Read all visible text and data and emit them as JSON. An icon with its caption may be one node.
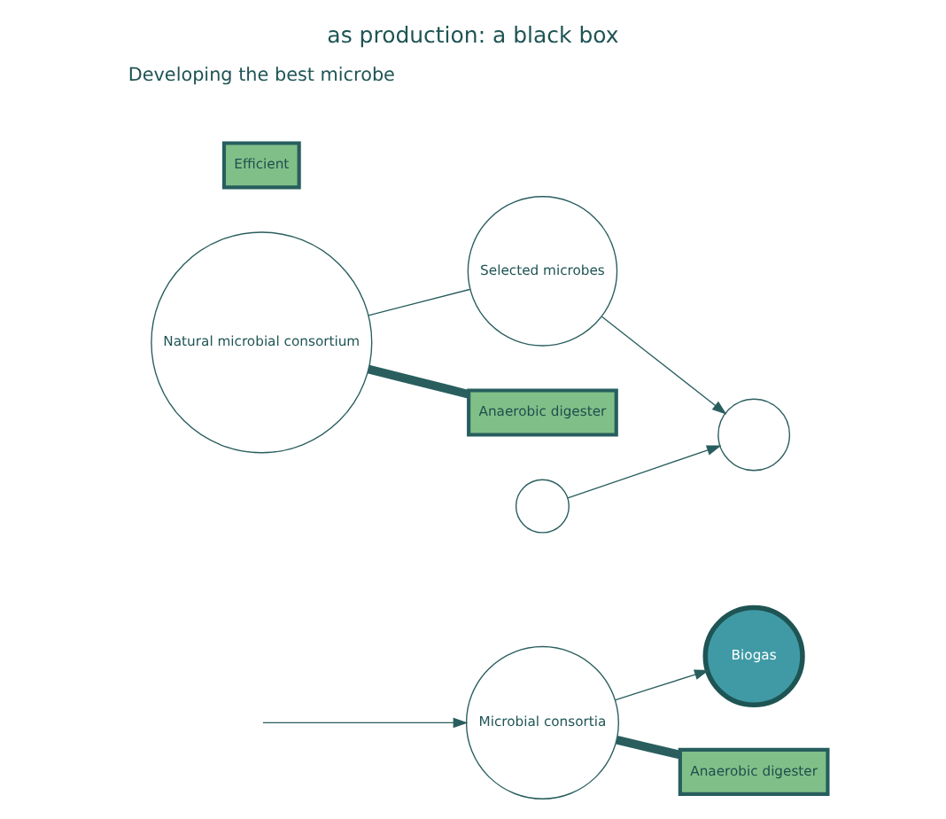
{
  "diagram": {
    "title": "as production: a black box",
    "nodes": [
      {
        "text": [
          "Microbial consortia"
        ]
      },
      {
        "text": [
          "Biogas"
        ]
      },
      {
        "text": [
          "Anaerobic digester"
        ]
      },
      {
        "text": [
          "Natural microbial consortium"
        ]
      },
      {
        "text": [
          "Selected microbes"
        ]
      },
      {
        "text": [],
        "shape": "circle"
      },
      {
        "text": [],
        "shape": "circle"
      },
      {
        "text": [
          "Anaerobic digester"
        ]
      },
      {
        "text": [
          "Efficient"
        ]
      }
    ],
    "edges": [
      {
        "from": null,
        "to": 0,
        "arrow": "to"
      },
      {
        "from": 0,
        "to": 1,
        "arrow": "to"
      },
      {
        "from": 0,
        "to": 2,
        "arrow": "none",
        "style": "thick"
      },
      {
        "from": 3,
        "to": 4,
        "arrow": "none"
      },
      {
        "from": 4,
        "to": 6,
        "arrow": "to"
      },
      {
        "from": 5,
        "to": 6,
        "arrow": "to"
      },
      {
        "from": 3,
        "to": 7,
        "arrow": "none",
        "style": "thick"
      }
    ],
    "labels": [
      "Developing the best microbe"
    ]
  }
}
